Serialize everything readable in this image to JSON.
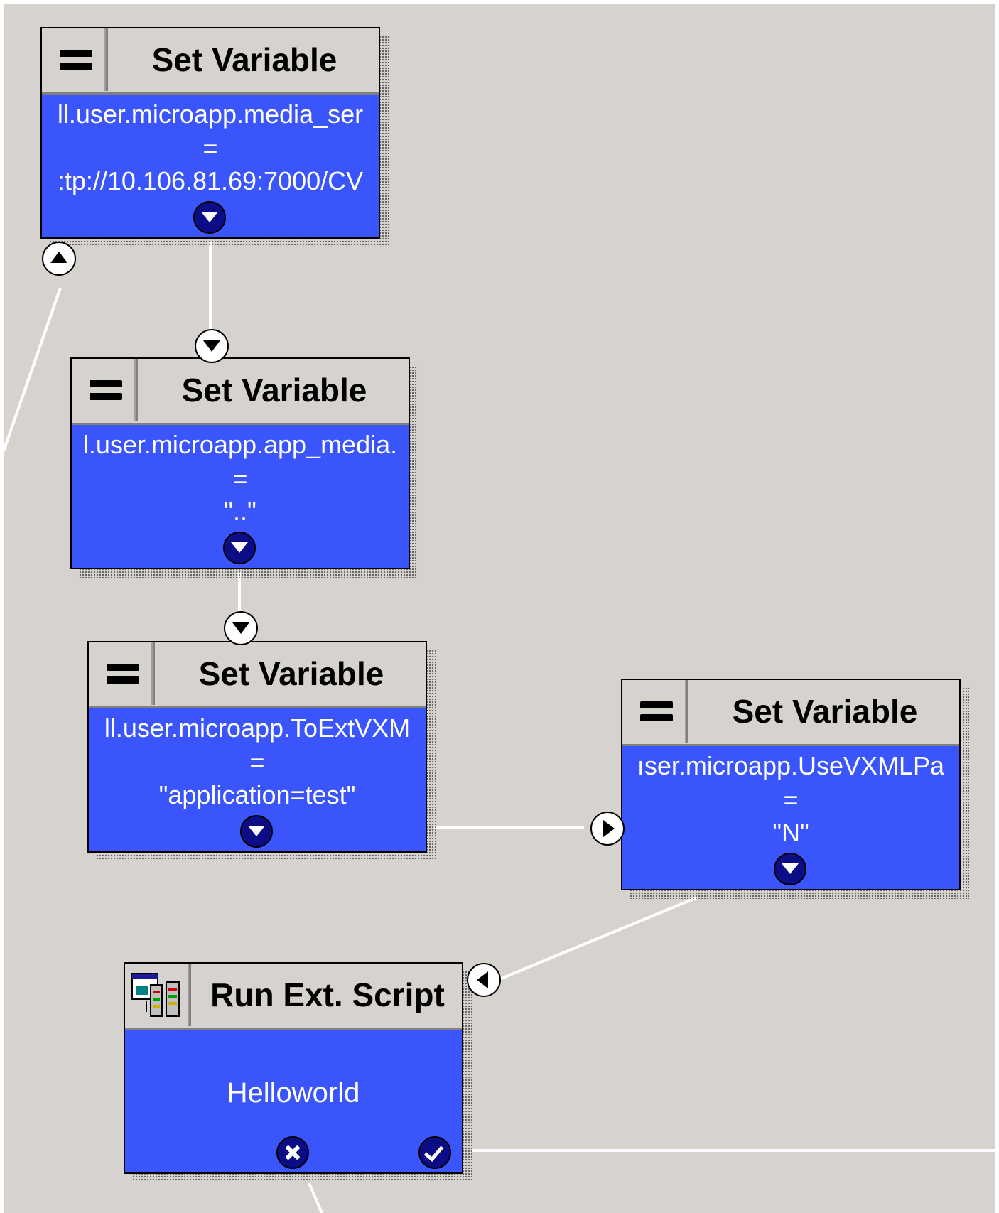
{
  "colors": {
    "canvas_bg": "#d6d3ce",
    "node_body": "#3b55fd",
    "button_fill": "#0c0c86",
    "connector": "#ffffff"
  },
  "nodes": [
    {
      "title": "Set Variable",
      "icon": "equals-icon",
      "lines": [
        "ll.user.microapp.media_ser",
        "=",
        ":tp://10.106.81.69:7000/CV"
      ]
    },
    {
      "title": "Set Variable",
      "icon": "equals-icon",
      "lines": [
        "l.user.microapp.app_media.",
        "=",
        "\"..\""
      ]
    },
    {
      "title": "Set Variable",
      "icon": "equals-icon",
      "lines": [
        "ll.user.microapp.ToExtVXM",
        "=",
        "\"application=test\""
      ]
    },
    {
      "title": "Set Variable",
      "icon": "equals-icon",
      "lines": [
        "ıser.microapp.UseVXMLPa",
        "=",
        "\"N\""
      ]
    },
    {
      "title": "Run Ext. Script",
      "icon": "run-script-icon",
      "lines": [
        "Helloworld"
      ]
    }
  ]
}
